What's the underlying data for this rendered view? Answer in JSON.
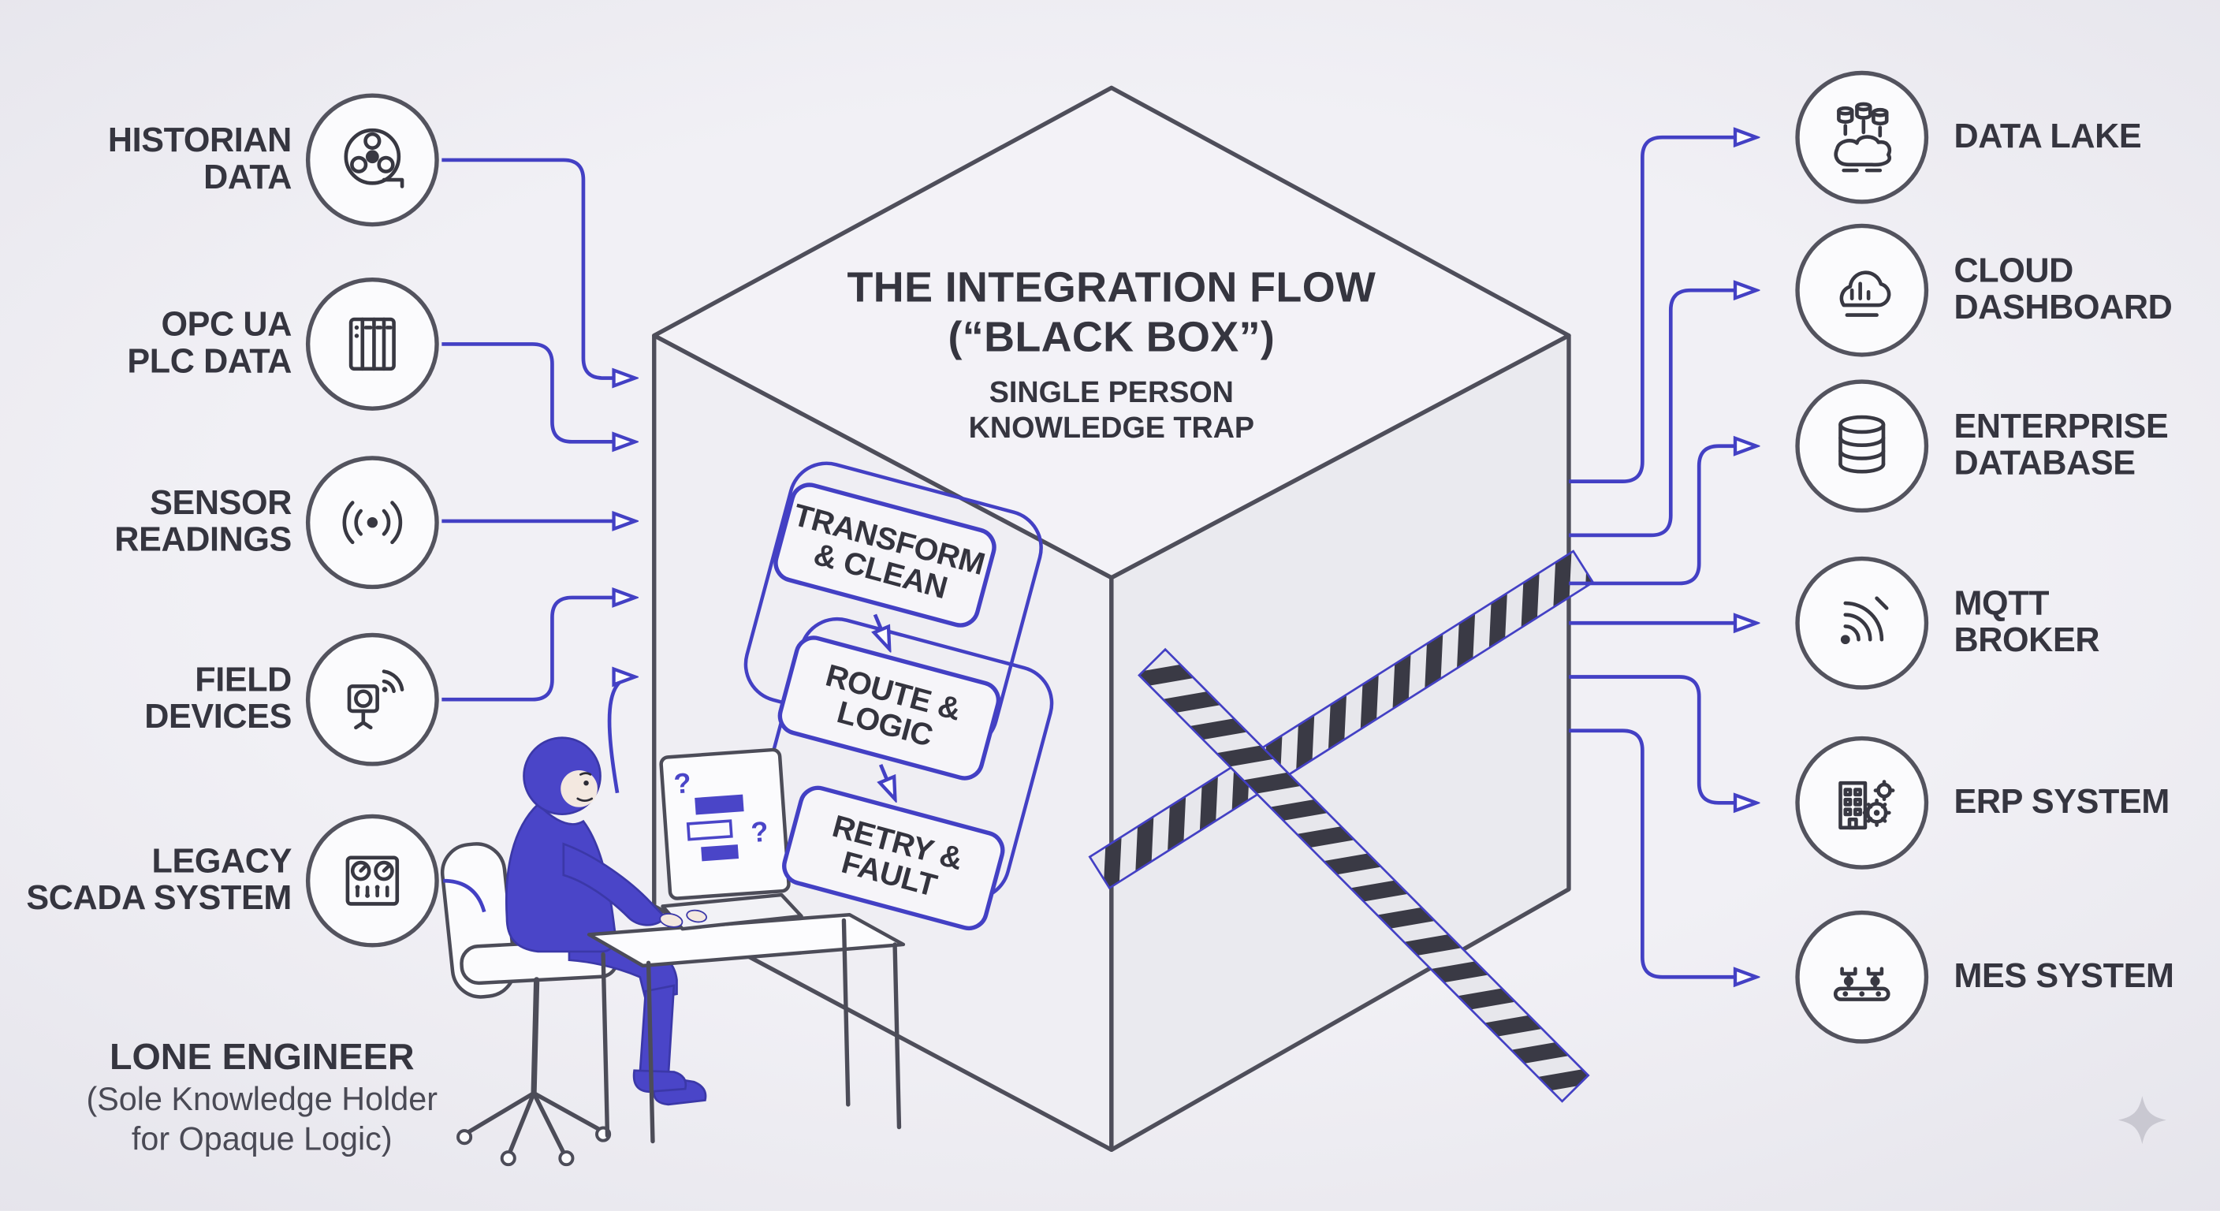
{
  "colors": {
    "background": "#edecf1",
    "accent": "#4340c4",
    "ink": "#35353f",
    "figure": "#4a45c8",
    "tape_dark": "#3a3a45"
  },
  "black_box": {
    "title_line1": "THE INTEGRATION FLOW",
    "title_line2": "(“BLACK BOX”)",
    "subtitle_line1": "SINGLE PERSON",
    "subtitle_line2": "KNOWLEDGE TRAP"
  },
  "process_steps": [
    {
      "lines": [
        "TRANSFORM",
        "& CLEAN"
      ]
    },
    {
      "lines": [
        "ROUTE &",
        "LOGIC"
      ]
    },
    {
      "lines": [
        "RETRY &",
        "FAULT"
      ]
    }
  ],
  "inputs": [
    {
      "lines": [
        "HISTORIAN",
        "DATA"
      ],
      "icon": "tape-reel-icon"
    },
    {
      "lines": [
        "OPC UA",
        "PLC DATA"
      ],
      "icon": "plc-rack-icon"
    },
    {
      "lines": [
        "SENSOR",
        "READINGS"
      ],
      "icon": "sensor-waves-icon"
    },
    {
      "lines": [
        "FIELD",
        "DEVICES"
      ],
      "icon": "field-device-icon"
    },
    {
      "lines": [
        "LEGACY",
        "SCADA SYSTEM"
      ],
      "icon": "scada-panel-icon"
    }
  ],
  "outputs": [
    {
      "lines": [
        "DATA LAKE"
      ],
      "icon": "data-lake-icon"
    },
    {
      "lines": [
        "CLOUD",
        "DASHBOARD"
      ],
      "icon": "cloud-dashboard-icon"
    },
    {
      "lines": [
        "ENTERPRISE",
        "DATABASE"
      ],
      "icon": "enterprise-database-icon"
    },
    {
      "lines": [
        "MQTT",
        "BROKER"
      ],
      "icon": "mqtt-broker-icon"
    },
    {
      "lines": [
        "ERP SYSTEM"
      ],
      "icon": "erp-building-icon"
    },
    {
      "lines": [
        "MES SYSTEM"
      ],
      "icon": "mes-conveyor-icon"
    }
  ],
  "engineer": {
    "name": "LONE ENGINEER",
    "caption_line1": "(Sole Knowledge Holder",
    "caption_line2": "for Opaque Logic)",
    "laptop_glyph_1": "?",
    "laptop_glyph_2": "?"
  }
}
